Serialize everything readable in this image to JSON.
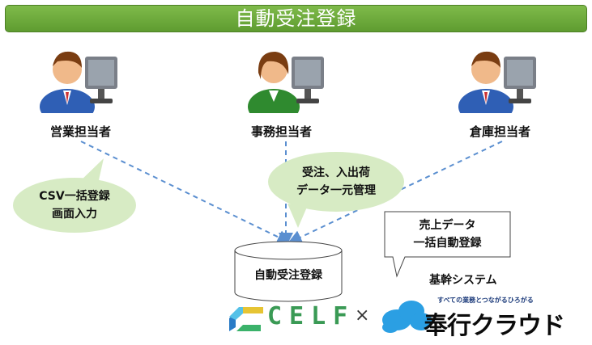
{
  "title": "自動受注登録",
  "roles": {
    "sales": "営業担当者",
    "office": "事務担当者",
    "warehouse": "倉庫担当者"
  },
  "bubbles": {
    "csv": [
      "CSV一括登録",
      "画面入力"
    ],
    "office": [
      "受注、入出荷",
      "データ一元管理"
    ],
    "sales_data": [
      "売上データ",
      "一括自動登録"
    ]
  },
  "database_label": "自動受注登録",
  "system_label": "基幹システム",
  "logos": {
    "celf": "CELF",
    "times": "×",
    "bugyo_tagline": "すべての業務とつながるひろがる",
    "bugyo_name": "奉行クラウド"
  },
  "colors": {
    "title_green": "#6aa63a",
    "bubble_green": "#d7ebc4",
    "connector_blue": "#5b8fd0",
    "cloud_blue": "#2b9fe3"
  }
}
